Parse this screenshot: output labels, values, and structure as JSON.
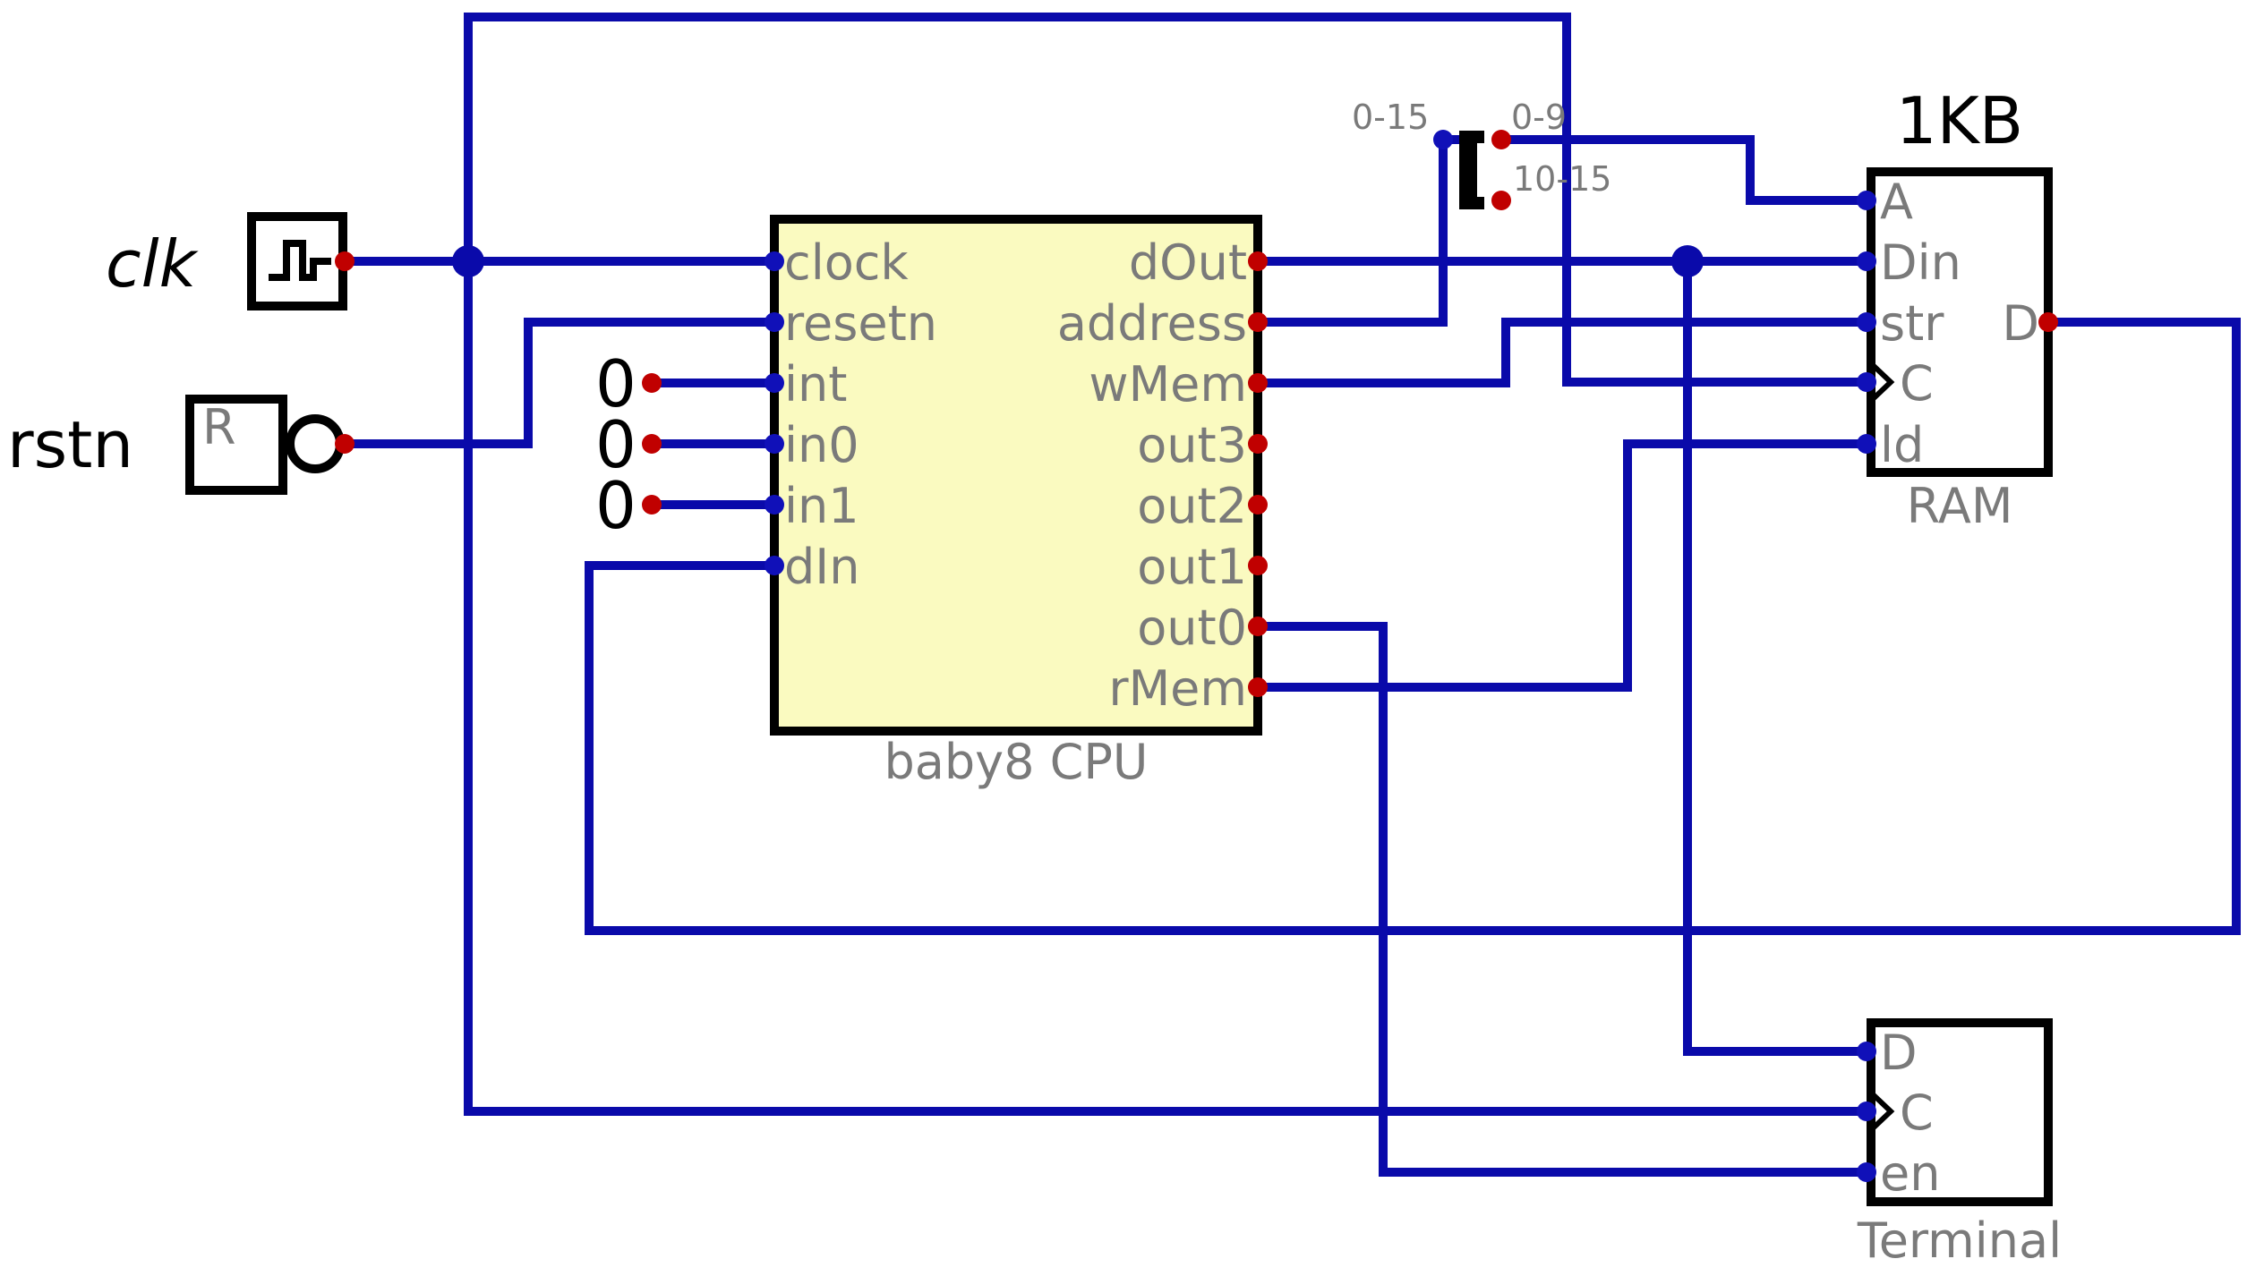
{
  "diagram": {
    "inputs": {
      "clk_label": "clk",
      "rstn_label": "rstn",
      "reset_button_glyph": "R",
      "const_int": "0",
      "const_in0": "0",
      "const_in1": "0"
    },
    "cpu": {
      "name": "baby8 CPU",
      "fill_color": "#fafac0",
      "inputs": [
        "clock",
        "resetn",
        "int",
        "in0",
        "in1",
        "dIn"
      ],
      "outputs": [
        "dOut",
        "address",
        "wMem",
        "out3",
        "out2",
        "out1",
        "out0",
        "rMem"
      ]
    },
    "splitter": {
      "in_label": "0-15",
      "out_low": "0-9",
      "out_high": "10-15"
    },
    "ram": {
      "size_label": "1KB",
      "name": "RAM",
      "inputs": [
        "A",
        "Din",
        "str",
        "C",
        "ld"
      ],
      "output": "D"
    },
    "terminal": {
      "name": "Terminal",
      "inputs": [
        "D",
        "C",
        "en"
      ]
    },
    "colors": {
      "wire": "#0a0aaa",
      "input_pin": "#1010b8",
      "output_pin": "#c00000",
      "outline": "#000000",
      "label_gray": "#7a7a7a"
    }
  }
}
